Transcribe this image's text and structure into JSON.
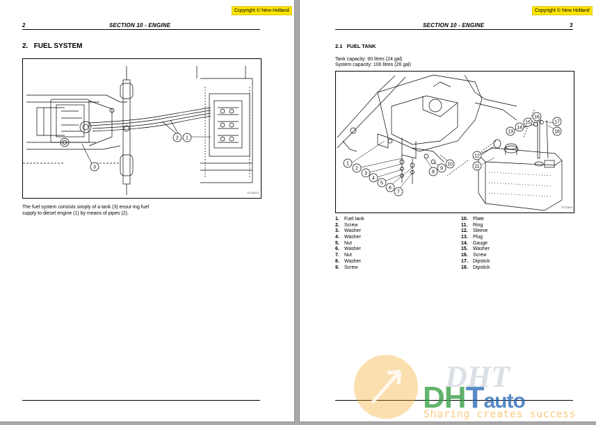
{
  "left_page": {
    "copyright": "Copyright © New Holland",
    "page_number": "2",
    "section": "SECTION 10 - ENGINE",
    "title_num": "2.",
    "title": "FUEL SYSTEM",
    "figure_code": "TCT1673",
    "body": "The fuel system consists simply of a tank (3) ensur-ing fuel supply to diesel engine (1) by means of pipes (2).",
    "callouts": [
      "1",
      "2",
      "3"
    ]
  },
  "right_page": {
    "copyright": "Copyright © New Holland",
    "page_number": "3",
    "section": "SECTION 10 - ENGINE",
    "subtitle_num": "2.1",
    "subtitle": "FUEL TANK",
    "capacity_tank": "Tank capacity: 90 litres (24 gal)",
    "capacity_system": "System capacity: 100 litres (26 gal)",
    "figure_code": "TCT1674",
    "callouts": [
      "1",
      "2",
      "3",
      "4",
      "5",
      "6",
      "7",
      "8",
      "9",
      "10",
      "11",
      "12",
      "13",
      "14",
      "15",
      "16",
      "17",
      "18"
    ],
    "parts_left": [
      {
        "num": "1.",
        "name": "Fuel tank"
      },
      {
        "num": "2.",
        "name": "Screw"
      },
      {
        "num": "3.",
        "name": "Washer"
      },
      {
        "num": "4.",
        "name": "Washer"
      },
      {
        "num": "5.",
        "name": "Nut"
      },
      {
        "num": "6.",
        "name": "Washer"
      },
      {
        "num": "7.",
        "name": "Nut"
      },
      {
        "num": "8.",
        "name": "Washer"
      },
      {
        "num": "9.",
        "name": "Screw"
      }
    ],
    "parts_right": [
      {
        "num": "10.",
        "name": "Plate"
      },
      {
        "num": "11.",
        "name": "Ring"
      },
      {
        "num": "12.",
        "name": "Sleeve"
      },
      {
        "num": "13.",
        "name": "Plug"
      },
      {
        "num": "14.",
        "name": "Gauge"
      },
      {
        "num": "15.",
        "name": "Washer"
      },
      {
        "num": "16.",
        "name": "Screw"
      },
      {
        "num": "17.",
        "name": "Dipstick"
      },
      {
        "num": "18.",
        "name": "Dipstick"
      }
    ]
  },
  "watermark": {
    "logo": "DHTauto",
    "tagline": "Sharing creates success",
    "colors": {
      "orange": "#f6a21a",
      "green": "#2e9a3c",
      "blue": "#1f63b3"
    }
  }
}
